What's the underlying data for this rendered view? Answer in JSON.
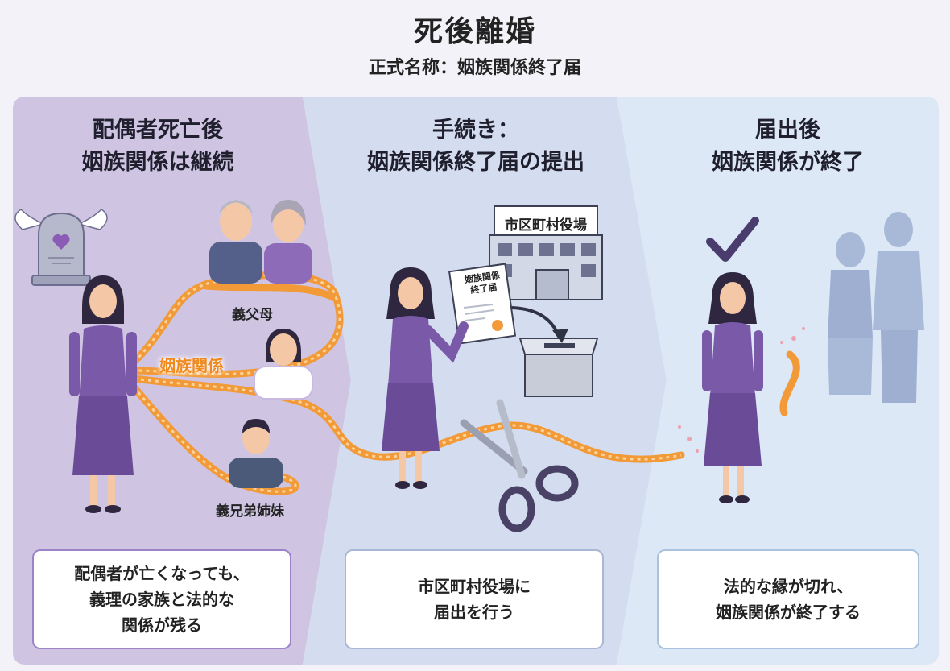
{
  "title": "死後離婚",
  "subtitle": "正式名称：姻族関係終了届",
  "colors": {
    "purple": "#7a5aa8",
    "rope": "#f29a38",
    "panel1": "#cfc5e3",
    "panel2": "#d4dcef",
    "panel3": "#dde8f6"
  },
  "panels": [
    {
      "heading": [
        "配偶者死亡後",
        "姻族関係は継続"
      ],
      "caption": "配偶者が亡くなっても、\n義理の家族と法的な\n関係が残る"
    },
    {
      "heading": [
        "手続き：",
        "姻族関係終了届の提出"
      ],
      "caption": "市区町村役場に\n届出を行う"
    },
    {
      "heading": [
        "届出後",
        "姻族関係が終了"
      ],
      "caption": "法的な縁が切れ、\n姻族関係が終了する"
    }
  ],
  "labels": {
    "parents_in_law": "義父母",
    "relation": "姻族関係",
    "siblings_in_law": "義兄弟姉妹",
    "city_office": "市区町村役場",
    "form_line1": "姻族関係",
    "form_line2": "終了届"
  },
  "icons": [
    "tombstone-heart-icon",
    "wings-icon",
    "scissors-icon",
    "checkmark-icon",
    "document-icon",
    "ballot-box-icon",
    "arrow-icon",
    "building-icon"
  ]
}
